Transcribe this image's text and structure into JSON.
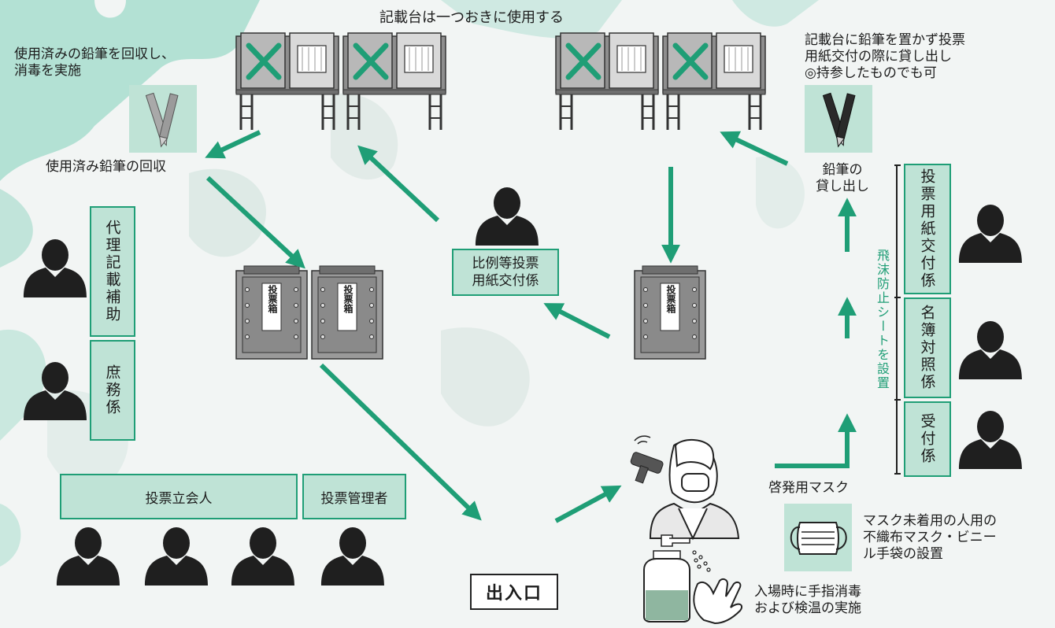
{
  "booths_title": "記載台は一つおきに使用する",
  "pencil_collect": {
    "note": "使用済みの鉛筆を回収し、\n消毒を実施",
    "caption": "使用済み鉛筆の回収"
  },
  "pencil_lend": {
    "note": "記載台に鉛筆を置かず投票\n用紙交付の際に貸し出し\n◎持参したものでも可",
    "caption": "鉛筆の\n貸し出し"
  },
  "roles": {
    "proxy_writing": "代理記載補助",
    "general_affairs": "庶務係",
    "witness": "投票立会人",
    "manager": "投票管理者",
    "proportional": "比例等投票\n用紙交付係",
    "ballot_issue": "投票用紙交付係",
    "register_check": "名簿対照係",
    "reception": "受付係"
  },
  "ballot_box_label": "投票箱",
  "shield_note": "飛沫防止シートを設置",
  "entrance": "出入口",
  "mask": {
    "title": "啓発用マスク",
    "note": "マスク未着用の人用の\n不織布マスク・ビニー\nル手袋の設置"
  },
  "disinfection": "入場時に手指消毒\nおよび検温の実施",
  "colors": {
    "accent_green": "#1f9e76",
    "box_fill": "#bfe3d6",
    "figure": "#1f1f1f"
  }
}
